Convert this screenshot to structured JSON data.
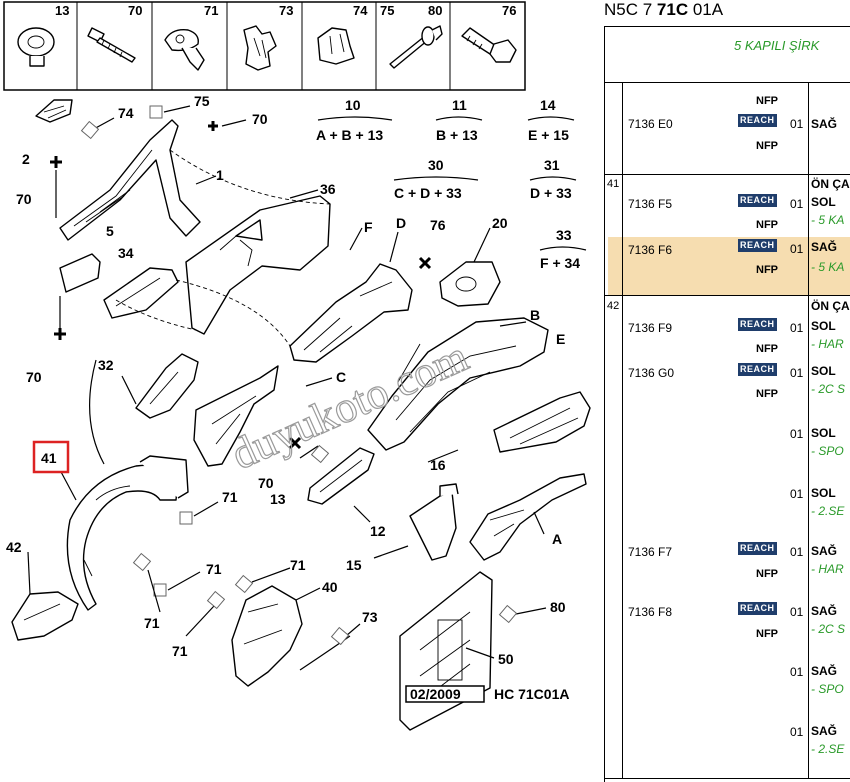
{
  "diagram": {
    "top_parts": [
      "13",
      "70",
      "71",
      "73",
      "74",
      "75",
      "80",
      "76"
    ],
    "formulas": [
      {
        "num": "10",
        "expr": "A + B + 13"
      },
      {
        "num": "11",
        "expr": "B + 13"
      },
      {
        "num": "14",
        "expr": "E + 15"
      },
      {
        "num": "30",
        "expr": "C + D + 33"
      },
      {
        "num": "31",
        "expr": "D + 33"
      },
      {
        "num": "33",
        "expr": "F + 34"
      }
    ],
    "labels": {
      "p74": "74",
      "p75": "75",
      "p70a": "70",
      "p2": "2",
      "p70b": "70",
      "p1": "1",
      "p36": "36",
      "p5": "5",
      "p34": "34",
      "pF": "F",
      "pD": "D",
      "p76": "76",
      "p20": "20",
      "p70c": "70",
      "p32": "32",
      "pB": "B",
      "pE": "E",
      "pC": "C",
      "p41": "41",
      "p70d": "70",
      "p13": "13",
      "p16": "16",
      "p71a": "71",
      "p42": "42",
      "p12": "12",
      "p15": "15",
      "pA": "A",
      "p71b": "71",
      "p71c": "71",
      "p71d": "71",
      "p40": "40",
      "p80": "80",
      "p73": "73",
      "p71e": "71",
      "p50": "50"
    },
    "footer_date": "02/2009",
    "footer_code": "HC 71C01A",
    "watermark": "duyukoto.com"
  },
  "panel": {
    "title_a": "N5C 7 ",
    "title_b": "71C",
    "title_c": " 01A",
    "subtitle": "5 KAPILI ŞİRK",
    "group_41": "41",
    "group_42": "42",
    "reach": "REACH",
    "nfp": "NFP",
    "rows": [
      {
        "code": "7136 E0",
        "qty": "01",
        "desc": "SAĞ",
        "note": ""
      },
      {
        "code": "",
        "qty": "",
        "desc": "ÖN ÇA",
        "note": ""
      },
      {
        "code": "7136 F5",
        "qty": "01",
        "desc": "SOL",
        "note": "- 5 KA"
      },
      {
        "code": "7136 F6",
        "qty": "01",
        "desc": "SAĞ",
        "note": "- 5 KA"
      },
      {
        "code": "",
        "qty": "",
        "desc": "ÖN ÇA",
        "note": ""
      },
      {
        "code": "7136 F9",
        "qty": "01",
        "desc": "SOL",
        "note": "- HAR"
      },
      {
        "code": "7136 G0",
        "qty": "01",
        "desc": "SOL",
        "note": "- 2C S"
      },
      {
        "code": "",
        "qty": "01",
        "desc": "SOL",
        "note": "- SPO"
      },
      {
        "code": "",
        "qty": "01",
        "desc": "SOL",
        "note": "- 2.SE"
      },
      {
        "code": "7136 F7",
        "qty": "01",
        "desc": "SAĞ",
        "note": "- HAR"
      },
      {
        "code": "7136 F8",
        "qty": "01",
        "desc": "SAĞ",
        "note": "- 2C S"
      },
      {
        "code": "",
        "qty": "01",
        "desc": "SAĞ",
        "note": "- SPO"
      },
      {
        "code": "",
        "qty": "01",
        "desc": "SAĞ",
        "note": "- 2.SE"
      }
    ],
    "highlight_color": "#f6ddb0",
    "note_color": "#2a9a2a",
    "reach_color": "#1f3d6b"
  }
}
